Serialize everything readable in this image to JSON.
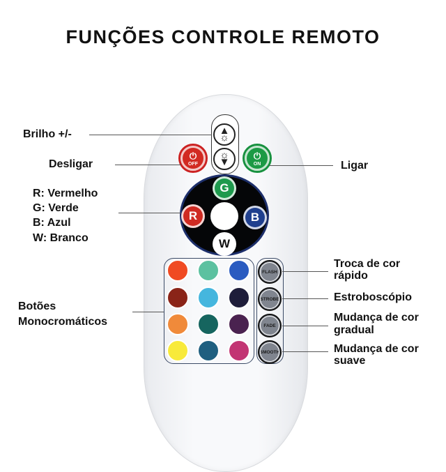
{
  "title": "FUNÇÕES CONTROLE REMOTO",
  "labels": {
    "brightness": "Brilho +/-",
    "off": "Desligar",
    "on": "Ligar",
    "rgbw": [
      "R: Vermelho",
      "G: Verde",
      "B: Azul",
      "W: Branco"
    ],
    "mono": [
      "Botões",
      "Monocromáticos"
    ],
    "flash": [
      "Troca de cor",
      "rápido"
    ],
    "strobe": "Estroboscópio",
    "fade": [
      "Mudança de cor",
      "gradual"
    ],
    "smooth": [
      "Mudança de cor",
      "suave"
    ]
  },
  "remote": {
    "off_text": "OFF",
    "on_text": "ON",
    "r": "R",
    "g": "G",
    "b": "B",
    "w": "W",
    "effects": [
      "FLASH",
      "STROBE",
      "FADE",
      "SMOOTH"
    ],
    "colors": [
      [
        "#f04a22",
        "#5cc1a0",
        "#2a5bc0"
      ],
      [
        "#8a2418",
        "#45b6de",
        "#1e1d3a"
      ],
      [
        "#f08a3a",
        "#16655f",
        "#4a2250"
      ],
      [
        "#f8ea3a",
        "#1f5f80",
        "#c23473"
      ]
    ]
  }
}
